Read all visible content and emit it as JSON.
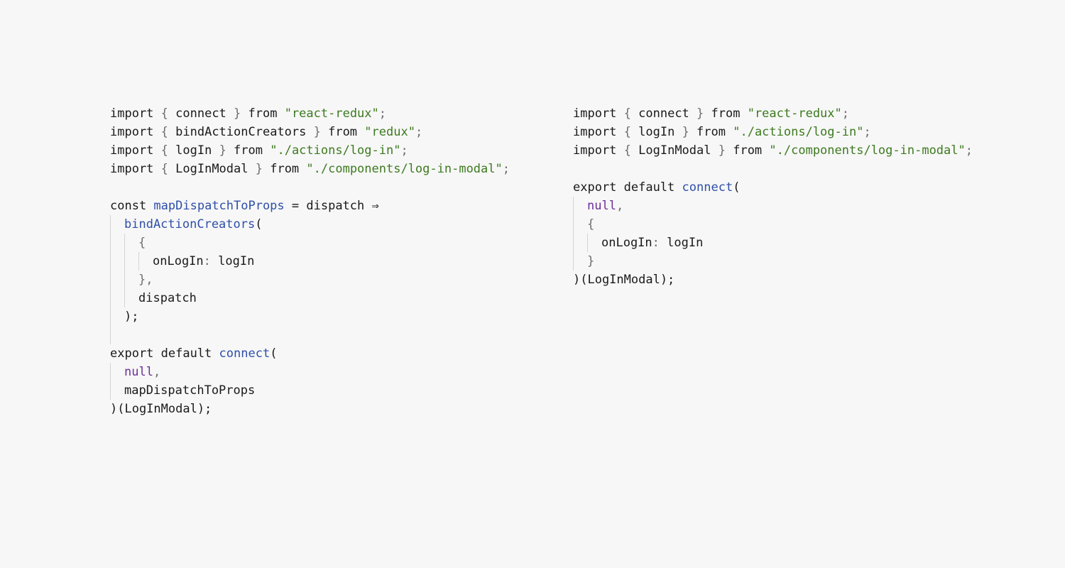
{
  "colors": {
    "background": "#f7f7f7",
    "keyword": "#1a1a1a",
    "function": "#2f4fa8",
    "string": "#3d7a1f",
    "punctuation": "#6e6e6e",
    "null": "#6b2f9a",
    "guide": "#d4d4d4"
  },
  "panels": [
    {
      "id": "left",
      "lines": [
        {
          "guides": 0,
          "tokens": [
            {
              "t": "import ",
              "c": "kw"
            },
            {
              "t": "{",
              "c": "punc"
            },
            {
              "t": " connect ",
              "c": "id"
            },
            {
              "t": "}",
              "c": "punc"
            },
            {
              "t": " from ",
              "c": "kw"
            },
            {
              "t": "\"react-redux\"",
              "c": "str"
            },
            {
              "t": ";",
              "c": "punc"
            }
          ]
        },
        {
          "guides": 0,
          "tokens": [
            {
              "t": "import ",
              "c": "kw"
            },
            {
              "t": "{",
              "c": "punc"
            },
            {
              "t": " bindActionCreators ",
              "c": "id"
            },
            {
              "t": "}",
              "c": "punc"
            },
            {
              "t": " from ",
              "c": "kw"
            },
            {
              "t": "\"redux\"",
              "c": "str"
            },
            {
              "t": ";",
              "c": "punc"
            }
          ]
        },
        {
          "guides": 0,
          "tokens": [
            {
              "t": "import ",
              "c": "kw"
            },
            {
              "t": "{",
              "c": "punc"
            },
            {
              "t": " logIn ",
              "c": "id"
            },
            {
              "t": "}",
              "c": "punc"
            },
            {
              "t": " from ",
              "c": "kw"
            },
            {
              "t": "\"./actions/log-in\"",
              "c": "str"
            },
            {
              "t": ";",
              "c": "punc"
            }
          ]
        },
        {
          "guides": 0,
          "tokens": [
            {
              "t": "import ",
              "c": "kw"
            },
            {
              "t": "{",
              "c": "punc"
            },
            {
              "t": " LogInModal ",
              "c": "id"
            },
            {
              "t": "}",
              "c": "punc"
            },
            {
              "t": " from ",
              "c": "kw"
            },
            {
              "t": "\"./components/log-in-modal\"",
              "c": "str"
            },
            {
              "t": ";",
              "c": "punc"
            }
          ]
        },
        {
          "guides": 0,
          "tokens": []
        },
        {
          "guides": 0,
          "tokens": [
            {
              "t": "const ",
              "c": "kw"
            },
            {
              "t": "mapDispatchToProps",
              "c": "fn"
            },
            {
              "t": " = ",
              "c": "id"
            },
            {
              "t": "dispatch ",
              "c": "id"
            },
            {
              "t": "⇒",
              "c": "arrow"
            }
          ]
        },
        {
          "guides": 1,
          "tokens": [
            {
              "t": "bindActionCreators",
              "c": "fn"
            },
            {
              "t": "(",
              "c": "id"
            }
          ]
        },
        {
          "guides": 2,
          "tokens": [
            {
              "t": "{",
              "c": "punc"
            }
          ]
        },
        {
          "guides": 3,
          "tokens": [
            {
              "t": "onLogIn",
              "c": "id"
            },
            {
              "t": ":",
              "c": "punc"
            },
            {
              "t": " logIn",
              "c": "id"
            }
          ]
        },
        {
          "guides": 2,
          "tokens": [
            {
              "t": "},",
              "c": "punc"
            }
          ]
        },
        {
          "guides": 2,
          "tokens": [
            {
              "t": "dispatch",
              "c": "id"
            }
          ]
        },
        {
          "guides": 1,
          "tokens": [
            {
              "t": ");",
              "c": "id"
            }
          ]
        },
        {
          "guides": 1,
          "tokens": []
        },
        {
          "guides": 0,
          "tokens": [
            {
              "t": "export default ",
              "c": "kw"
            },
            {
              "t": "connect",
              "c": "fn"
            },
            {
              "t": "(",
              "c": "id"
            }
          ]
        },
        {
          "guides": 1,
          "tokens": [
            {
              "t": "null",
              "c": "null"
            },
            {
              "t": ",",
              "c": "punc"
            }
          ]
        },
        {
          "guides": 1,
          "tokens": [
            {
              "t": "mapDispatchToProps",
              "c": "id"
            }
          ]
        },
        {
          "guides": 0,
          "tokens": [
            {
              "t": ")(LogInModal);",
              "c": "id"
            }
          ]
        }
      ]
    },
    {
      "id": "right",
      "lines": [
        {
          "guides": 0,
          "tokens": [
            {
              "t": "import ",
              "c": "kw"
            },
            {
              "t": "{",
              "c": "punc"
            },
            {
              "t": " connect ",
              "c": "id"
            },
            {
              "t": "}",
              "c": "punc"
            },
            {
              "t": " from ",
              "c": "kw"
            },
            {
              "t": "\"react-redux\"",
              "c": "str"
            },
            {
              "t": ";",
              "c": "punc"
            }
          ]
        },
        {
          "guides": 0,
          "tokens": [
            {
              "t": "import ",
              "c": "kw"
            },
            {
              "t": "{",
              "c": "punc"
            },
            {
              "t": " logIn ",
              "c": "id"
            },
            {
              "t": "}",
              "c": "punc"
            },
            {
              "t": " from ",
              "c": "kw"
            },
            {
              "t": "\"./actions/log-in\"",
              "c": "str"
            },
            {
              "t": ";",
              "c": "punc"
            }
          ]
        },
        {
          "guides": 0,
          "tokens": [
            {
              "t": "import ",
              "c": "kw"
            },
            {
              "t": "{",
              "c": "punc"
            },
            {
              "t": " LogInModal ",
              "c": "id"
            },
            {
              "t": "}",
              "c": "punc"
            },
            {
              "t": " from ",
              "c": "kw"
            },
            {
              "t": "\"./components/log-in-modal\"",
              "c": "str"
            },
            {
              "t": ";",
              "c": "punc"
            }
          ]
        },
        {
          "guides": 0,
          "tokens": []
        },
        {
          "guides": 0,
          "tokens": [
            {
              "t": "export default ",
              "c": "kw"
            },
            {
              "t": "connect",
              "c": "fn"
            },
            {
              "t": "(",
              "c": "id"
            }
          ]
        },
        {
          "guides": 1,
          "tokens": [
            {
              "t": "null",
              "c": "null"
            },
            {
              "t": ",",
              "c": "punc"
            }
          ]
        },
        {
          "guides": 1,
          "tokens": [
            {
              "t": "{",
              "c": "punc"
            }
          ]
        },
        {
          "guides": 2,
          "tokens": [
            {
              "t": "onLogIn",
              "c": "id"
            },
            {
              "t": ":",
              "c": "punc"
            },
            {
              "t": " logIn",
              "c": "id"
            }
          ]
        },
        {
          "guides": 1,
          "tokens": [
            {
              "t": "}",
              "c": "punc"
            }
          ]
        },
        {
          "guides": 0,
          "tokens": [
            {
              "t": ")(LogInModal);",
              "c": "id"
            }
          ]
        }
      ]
    }
  ]
}
